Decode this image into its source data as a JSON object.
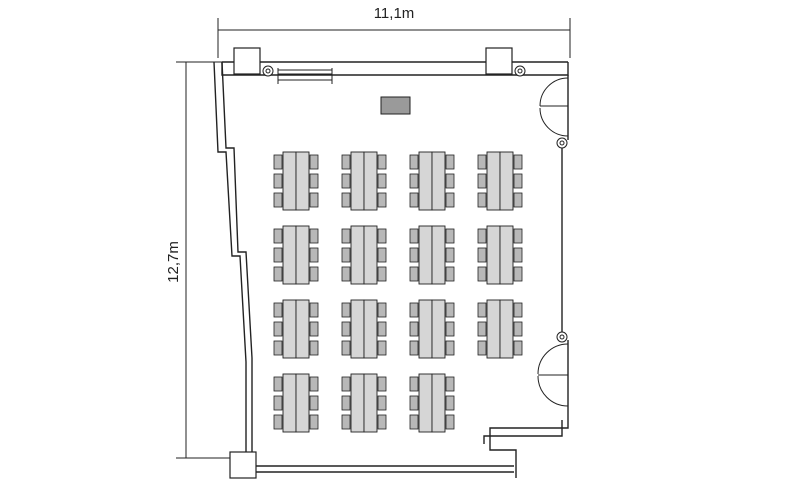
{
  "dimensions": {
    "width_label": "11,1m",
    "height_label": "12,7m"
  },
  "layout": {
    "table_groups": [
      {
        "row": 1,
        "columns": 4
      },
      {
        "row": 2,
        "columns": 4
      },
      {
        "row": 3,
        "columns": 4
      },
      {
        "row": 4,
        "columns": 3
      }
    ]
  },
  "colors": {
    "line": "#222222",
    "table_fill": "#d6d6d6",
    "chair_fill": "#b8b8b8",
    "screen_fill": "#9a9a9a"
  }
}
